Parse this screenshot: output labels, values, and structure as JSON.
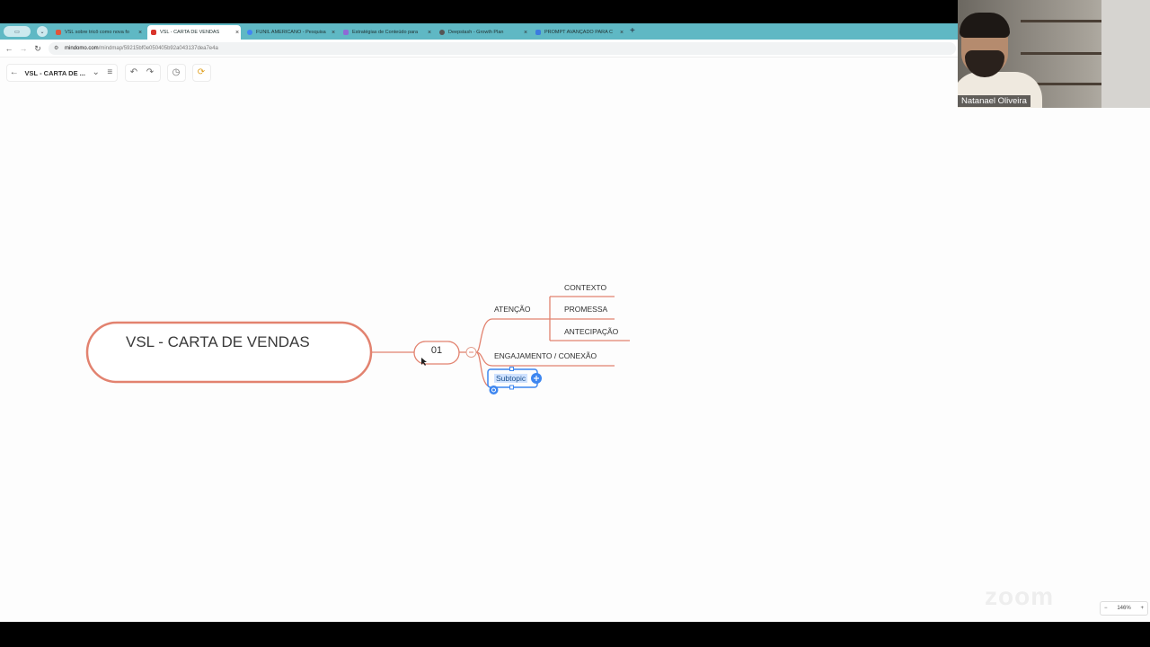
{
  "browser": {
    "tabs": [
      {
        "title": "VSL sobre tricô como nova fo",
        "favicon_color": "#e0553a",
        "active": false
      },
      {
        "title": "VSL - CARTA DE VENDAS",
        "favicon_color": "#d9342b",
        "active": true
      },
      {
        "title": "FUNIL AMERICANO - Pesquisa",
        "favicon_color": "#4285f4",
        "active": false
      },
      {
        "title": "Estratégias de Conteúdo para",
        "favicon_color": "#8e6ad6",
        "active": false
      },
      {
        "title": "Deepstash - Growth Plan",
        "favicon_color": "#555555",
        "active": false
      },
      {
        "title": "PROMPT AVANÇADO PARA C",
        "favicon_color": "#3b7be0",
        "active": false
      }
    ],
    "close_glyph": "×",
    "new_tab_glyph": "+",
    "url_host": "mindomo.com",
    "url_path": "/mindmap/59215bf0e050405b92a043137dea7e4a"
  },
  "toolbar": {
    "back_icon": "←",
    "doc_title": "VSL - CARTA DE ...",
    "dropdown_icon": "⌄",
    "menu_icon": "≡",
    "undo_icon": "↶",
    "redo_icon": "↷",
    "history_icon": "◷",
    "sync_icon": "⟳"
  },
  "mindmap": {
    "central": "VSL  - CARTA DE VENDAS",
    "node01": "01",
    "collapse_glyph": "−",
    "branches": [
      {
        "label": "ATENÇÃO",
        "children": [
          "CONTEXTO",
          "PROMESSA",
          "ANTECIPAÇÃO"
        ]
      },
      {
        "label": "ENGAJAMENTO / CONEXÃO",
        "children": []
      },
      {
        "label": "Subtopic",
        "children": []
      }
    ],
    "line_color": "#e2826f"
  },
  "zoom": {
    "minus": "−",
    "level": "146%",
    "plus": "+"
  },
  "webcam": {
    "name": "Natanael Oliveira"
  },
  "watermark": "zoom"
}
